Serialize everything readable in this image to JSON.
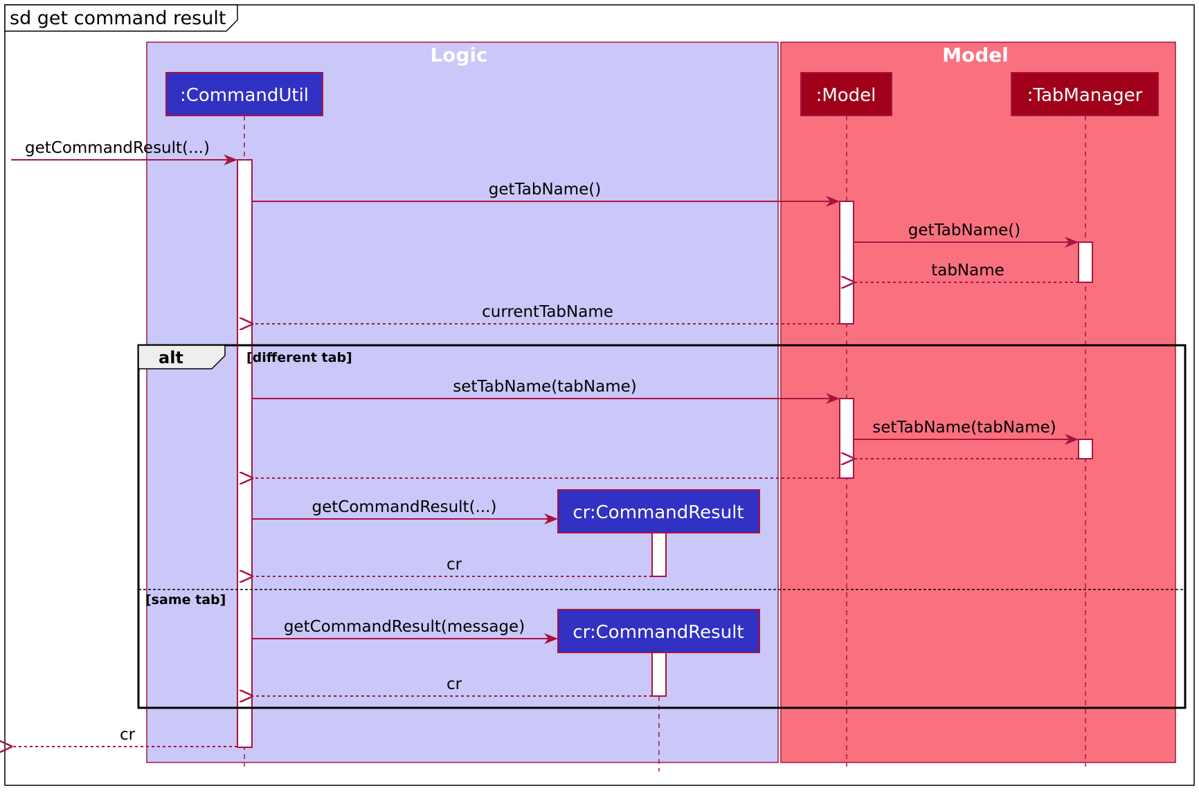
{
  "frame_title": "sd get command result",
  "boxes": [
    {
      "id": "logic",
      "title": "Logic",
      "color": "#c9c8f8"
    },
    {
      "id": "model",
      "title": "Model",
      "color": "#f9717f"
    }
  ],
  "participants": [
    {
      "id": "commandutil",
      "label": ":CommandUtil",
      "color": "#3131c4"
    },
    {
      "id": "model",
      "label": ":Model",
      "color": "#a00019"
    },
    {
      "id": "tabmanager",
      "label": ":TabManager",
      "color": "#a00019"
    }
  ],
  "messages": [
    {
      "label": "getCommandResult(...)",
      "style": "sync"
    },
    {
      "label": "getTabName()",
      "style": "sync"
    },
    {
      "label": "getTabName()",
      "style": "sync"
    },
    {
      "label": "tabName",
      "style": "return"
    },
    {
      "label": "currentTabName",
      "style": "return"
    },
    {
      "label": "setTabName(tabName)",
      "style": "sync"
    },
    {
      "label": "setTabName(tabName)",
      "style": "sync"
    },
    {
      "label": "",
      "style": "return"
    },
    {
      "label": "",
      "style": "return"
    },
    {
      "label": "getCommandResult(...)",
      "style": "create"
    },
    {
      "label": "cr",
      "style": "return"
    },
    {
      "label": "getCommandResult(message)",
      "style": "create"
    },
    {
      "label": "cr",
      "style": "return"
    },
    {
      "label": "cr",
      "style": "return"
    }
  ],
  "created": [
    {
      "label": "cr:CommandResult",
      "color": "#3131c4"
    },
    {
      "label": "cr:CommandResult",
      "color": "#3131c4"
    }
  ],
  "alt": {
    "label": "alt",
    "guard1": "[different tab]",
    "guard2": "[same tab]"
  },
  "colors": {
    "line": "#a8133f",
    "frame": "#000000"
  }
}
